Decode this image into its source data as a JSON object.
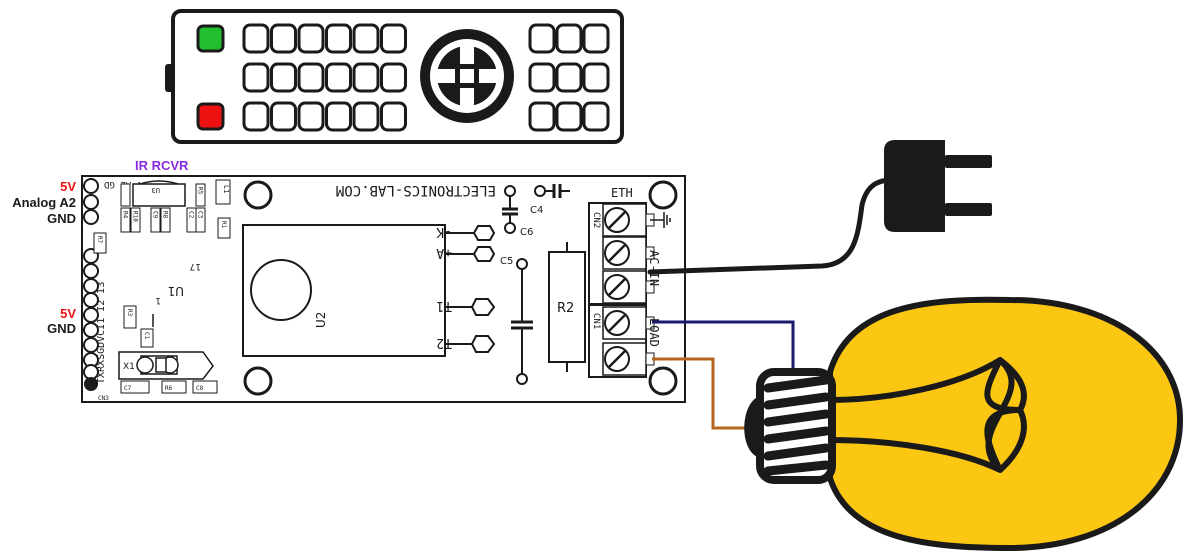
{
  "labels": {
    "ir_rcvr": "IR RCVR",
    "left_5v_top": "5V",
    "analog_a2": "Analog A2",
    "gnd_top": "GND",
    "left_5v_bottom": "5V",
    "gnd_bottom": "GND"
  },
  "board": {
    "title": "ELECTRONICS-LAB.COM",
    "u1": "U1",
    "u1_pin17": "17",
    "u1_pin1": "1",
    "u2": "U2",
    "r2": "R2",
    "c4": "C4",
    "c5": "C5",
    "c6": "C6",
    "k": "-K",
    "a": "+A",
    "t1": "T1",
    "t2": "T2",
    "eth": "ETH",
    "ac_in": "AC-IN",
    "load": "LOAD",
    "cn1": "CN1",
    "cn2": "CN2",
    "cn3": "CN3",
    "x1": "X1",
    "pins_top": "5V A2 GD",
    "pins_bottom": "TXRXSGDVCI1 I2 I3",
    "small_parts": [
      "R4",
      "R10",
      "C9",
      "R8",
      "C2",
      "R5",
      "C3",
      "R1",
      "R7",
      "R3",
      "C1",
      "C7",
      "R6",
      "C8",
      "U3",
      "L1"
    ]
  },
  "colors": {
    "remote_green": "#22c02f",
    "remote_red": "#ee1111",
    "bulb_yellow": "#fcc713",
    "wire_blue": "#1a1a6e",
    "wire_brown": "#b5651d",
    "label_red": "#ee1111",
    "label_purple": "#8a2be2",
    "cable_black": "#1a1a1a"
  },
  "icons": [
    "remote-control-icon",
    "power-plug-icon",
    "light-bulb-icon"
  ]
}
